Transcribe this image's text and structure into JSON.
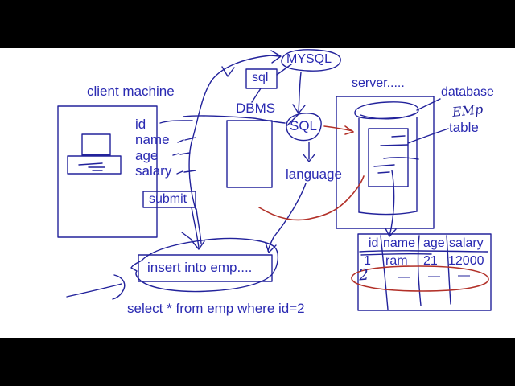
{
  "colors": {
    "ink": "#22229b",
    "text": "#2a2ab2",
    "red": "#b23028",
    "background": "#ffffff",
    "letterbox": "#000000"
  },
  "diagram": {
    "client": {
      "title": "client machine",
      "fields": [
        "id",
        "name",
        "age",
        "salary"
      ],
      "submit_label": "submit"
    },
    "middleware": {
      "sql_box": "sql",
      "mysql": "MYSQL",
      "dbms": "DBMS",
      "sql_blob": "SQL",
      "language": "language"
    },
    "server": {
      "title": "server.....",
      "database_label": "database",
      "emp_label": "EMp",
      "table_label": "table"
    },
    "queries": {
      "insert": "insert into emp....",
      "select": "select * from emp where id=2"
    },
    "result_table": {
      "headers": [
        "id",
        "name",
        "age",
        "salary"
      ],
      "rows": [
        [
          "1",
          "ram",
          "21",
          "12000"
        ],
        [
          "2",
          "—",
          "—",
          "—"
        ]
      ]
    }
  }
}
